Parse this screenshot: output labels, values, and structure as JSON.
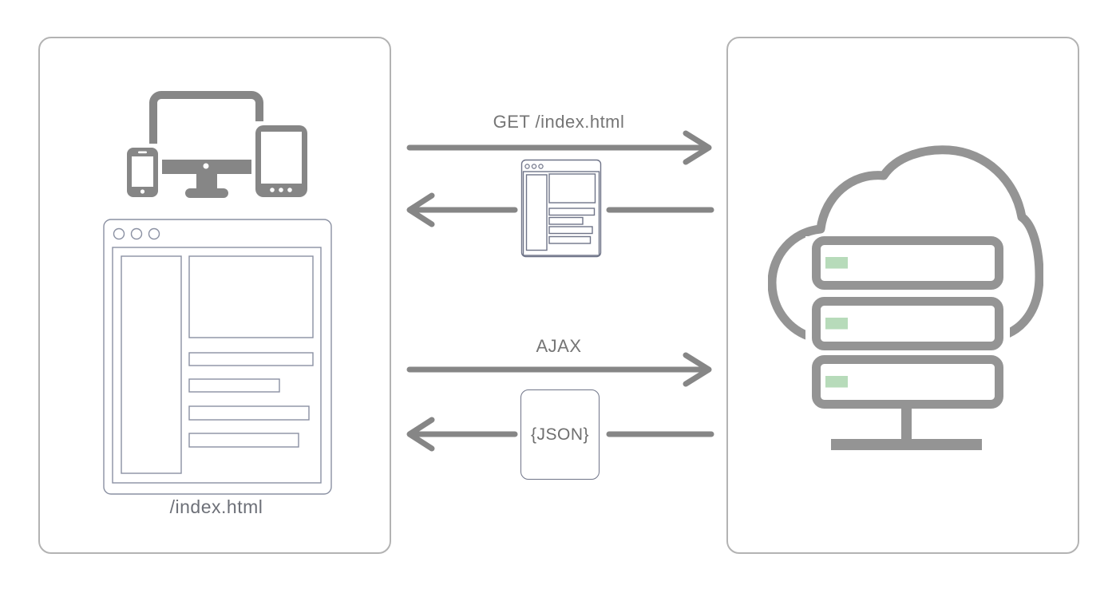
{
  "client_panel": {
    "name": "client",
    "devices_icon": "responsive-devices",
    "browser_icon": "browser-window-wireframe",
    "window_label": "/index.html"
  },
  "server_panel": {
    "name": "server",
    "icon": "cloud-with-server-rack",
    "server_count": 3
  },
  "flows": [
    {
      "label": "GET /index.html",
      "direction": "client-to-server",
      "style": "arrow-right"
    },
    {
      "label": "",
      "icon": "html-page-wireframe",
      "direction": "server-to-client",
      "style": "arrow-left"
    },
    {
      "label": "AJAX",
      "direction": "client-to-server",
      "style": "arrow-right"
    },
    {
      "label": "{JSON}",
      "icon": "json-box",
      "direction": "server-to-client",
      "style": "arrow-left"
    }
  ],
  "colors": {
    "panel_border": "#b3b3b3",
    "device_gray": "#868686",
    "server_gray": "#949494",
    "wireframe_slate": "#8a90a2",
    "mini_page_slate": "#6f7488",
    "arrow_gray": "#868686",
    "text_gray": "#757575",
    "led_green": "#b7dbba"
  }
}
